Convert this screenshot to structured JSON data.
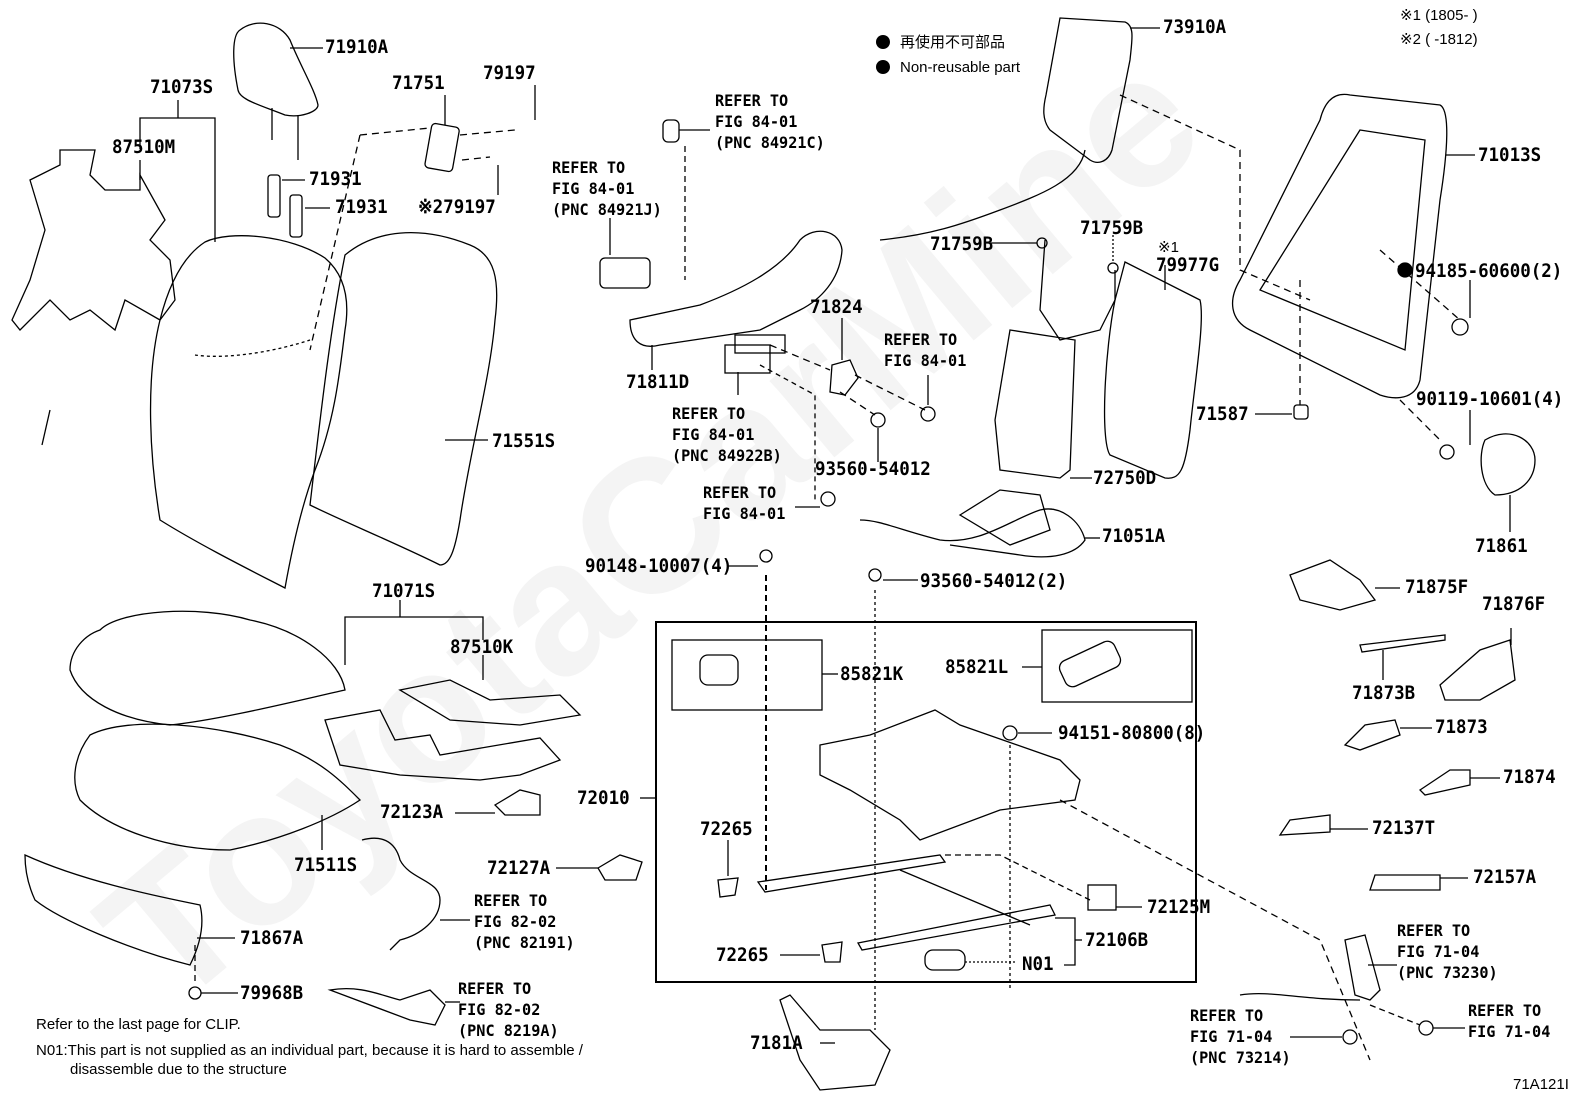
{
  "legend": {
    "japanese": "再使用不可部品",
    "english": "Non-reusable part"
  },
  "period_notes": {
    "note1": "※1 (1805-       )",
    "note2": "※2 (       -1812)"
  },
  "watermark": "ToyotaCarMine",
  "parts": {
    "p71910A": "71910A",
    "p71073S": "71073S",
    "p87510M": "87510M",
    "p71751": "71751",
    "p79197a": "79197",
    "p71931a": "71931",
    "p71931b": "71931",
    "p79197b": "※279197",
    "p71551S": "71551S",
    "p73910A": "73910A",
    "p71013S": "71013S",
    "p71759Ba": "71759B",
    "p71759Bb": "71759B",
    "p79977G_mark": "※1",
    "p79977G": "79977G",
    "p94185": "94185-60600(2)",
    "p71811D": "71811D",
    "p71824": "71824",
    "p71587": "71587",
    "p90119": "90119-10601(4)",
    "p93560a": "93560-54012",
    "p72750D": "72750D",
    "p71861": "71861",
    "p71051A": "71051A",
    "p90148": "90148-10007(4)",
    "p93560b": "93560-54012(2)",
    "p71071S": "71071S",
    "p87510K": "87510K",
    "p85821K": "85821K",
    "p85821L": "85821L",
    "p94151": "94151-80800(8)",
    "p72010": "72010",
    "p72123A": "72123A",
    "p72127A": "72127A",
    "p71511S": "71511S",
    "p72265a": "72265",
    "p72265b": "72265",
    "p72125M": "72125M",
    "p72106B": "72106B",
    "pN01": "N01",
    "p71867A": "71867A",
    "p79968B": "79968B",
    "p7181A": "7181A",
    "p71875F": "71875F",
    "p71876F": "71876F",
    "p71873B": "71873B",
    "p71873": "71873",
    "p71874": "71874",
    "p72137T": "72137T",
    "p72157A": "72157A"
  },
  "references": {
    "r84921C": "REFER TO\nFIG 84-01\n(PNC 84921C)",
    "r84921J": "REFER TO\nFIG 84-01\n(PNC 84921J)",
    "r84922B": "REFER TO\nFIG 84-01\n(PNC 84922B)",
    "r8401a": "REFER TO\nFIG 84-01",
    "r8401b": "REFER TO\nFIG 84-01",
    "r82191": "REFER TO\nFIG 82-02\n(PNC 82191)",
    "r8219A": "REFER TO\nFIG 82-02\n(PNC 8219A)",
    "r73230": "REFER TO\nFIG 71-04\n(PNC 73230)",
    "r73214": "REFER TO\nFIG 71-04\n(PNC 73214)",
    "r7104": "REFER TO\nFIG 71-04"
  },
  "footnotes": {
    "clip": "Refer to the last page for CLIP.",
    "n01_line1": "N01:This part is not supplied as an individual part, because it is hard to assemble /",
    "n01_line2": "disassemble due to the structure"
  },
  "figure_code": "71A121I"
}
